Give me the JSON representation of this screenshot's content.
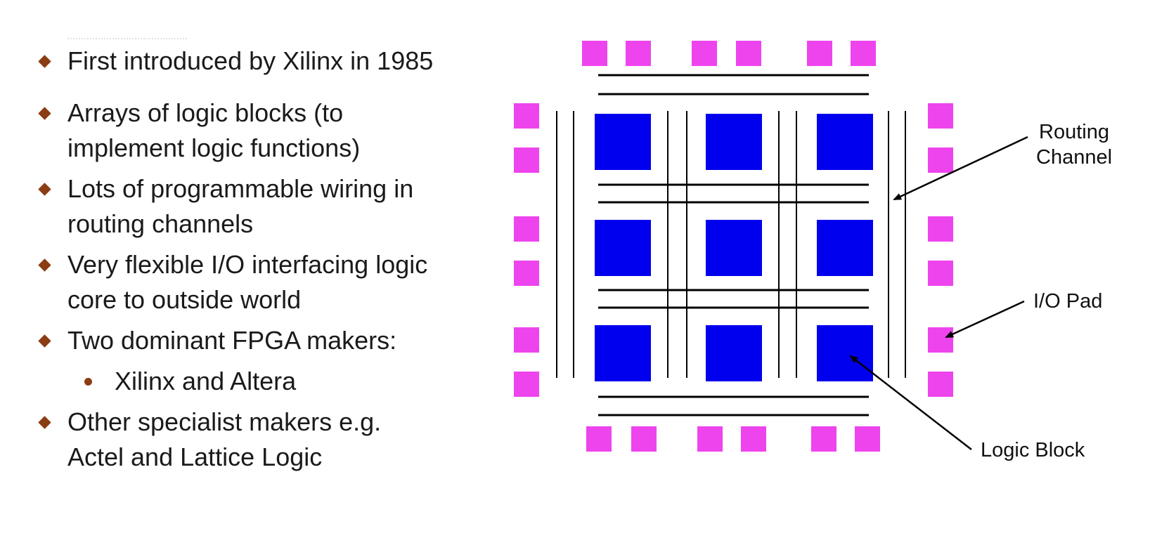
{
  "bullets": [
    {
      "lines": [
        "First introduced by Xilinx in 1985"
      ]
    },
    {
      "lines": [
        "Arrays of logic blocks (to",
        "implement logic functions)"
      ]
    },
    {
      "lines": [
        "Lots of programmable wiring in",
        "routing channels"
      ]
    },
    {
      "lines": [
        "Very flexible I/O interfacing logic",
        "core to outside world"
      ]
    },
    {
      "lines": [
        "Two dominant FPGA makers:"
      ]
    },
    {
      "lines": [
        "Xilinx and Altera"
      ],
      "level": 2
    },
    {
      "lines": [
        "Other specialist makers e.g.",
        "Actel and Lattice Logic"
      ]
    }
  ],
  "diagram": {
    "labels": {
      "routing_channel": [
        "Routing",
        "Channel"
      ],
      "io_pad": "I/O Pad",
      "logic_block": "Logic Block"
    },
    "colors": {
      "logic_block": "#0000ee",
      "io_pad": "#ee44ee",
      "wire": "#000000",
      "bullet_marker": "#8b3c12"
    },
    "logic_block_grid": {
      "rows": 3,
      "cols": 3
    },
    "io_pads_per_side": 6
  }
}
